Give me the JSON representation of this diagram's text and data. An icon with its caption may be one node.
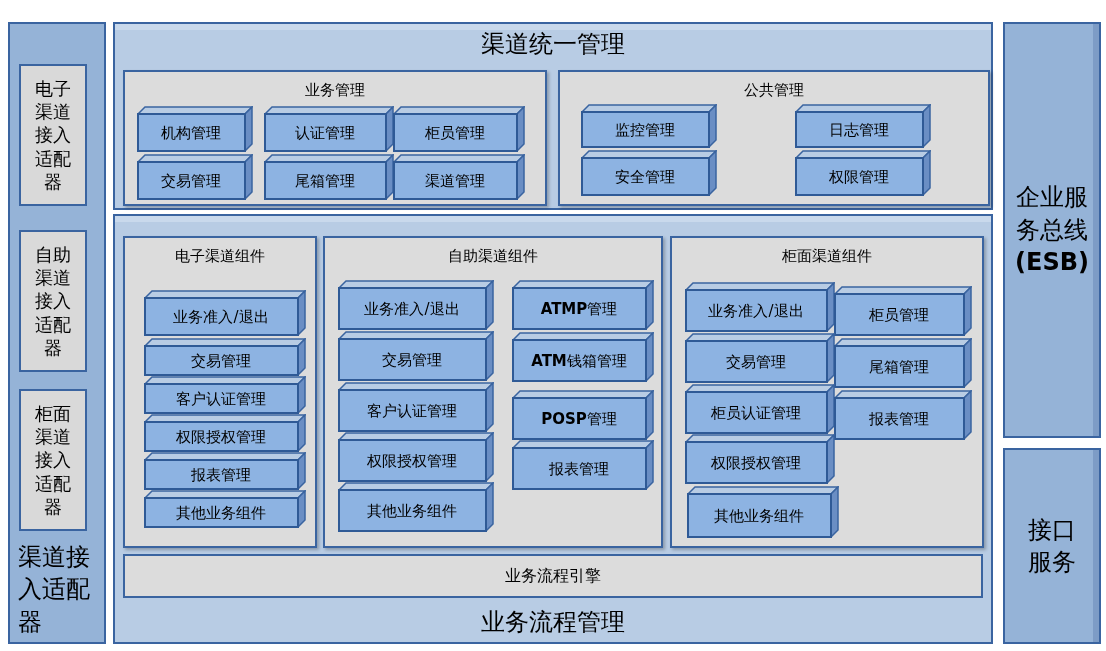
{
  "diagram": {
    "nodes": [
      {
        "text": [
          "渠道接入适配器"
        ]
      },
      {
        "text": [
          "电子渠道接入适配器"
        ],
        "in": 0
      },
      {
        "text": [
          "自助渠道接入适配器"
        ],
        "in": 0
      },
      {
        "text": [
          "柜面渠道接入适配器"
        ],
        "in": 0
      },
      {
        "text": [
          "渠道统一管理"
        ]
      },
      {
        "text": [
          "业务管理"
        ],
        "in": 4
      },
      {
        "text": [
          "机构管理"
        ],
        "in": 5
      },
      {
        "text": [
          "认证管理"
        ],
        "in": 5
      },
      {
        "text": [
          "柜员管理"
        ],
        "in": 5
      },
      {
        "text": [
          "交易管理"
        ],
        "in": 5
      },
      {
        "text": [
          "尾箱管理"
        ],
        "in": 5
      },
      {
        "text": [
          "渠道管理"
        ],
        "in": 5
      },
      {
        "text": [
          "公共管理"
        ],
        "in": 4
      },
      {
        "text": [
          "监控管理"
        ],
        "in": 12
      },
      {
        "text": [
          "日志管理"
        ],
        "in": 12
      },
      {
        "text": [
          "安全管理"
        ],
        "in": 12
      },
      {
        "text": [
          "权限管理"
        ],
        "in": 12
      },
      {
        "text": [
          "业务流程管理"
        ]
      },
      {
        "text": [
          "电子渠道组件"
        ],
        "in": 17
      },
      {
        "text": [
          "业务准入/退出"
        ],
        "in": 18
      },
      {
        "text": [
          "交易管理"
        ],
        "in": 18
      },
      {
        "text": [
          "客户认证管理"
        ],
        "in": 18
      },
      {
        "text": [
          "权限授权管理"
        ],
        "in": 18
      },
      {
        "text": [
          "报表管理"
        ],
        "in": 18
      },
      {
        "text": [
          "其他业务组件"
        ],
        "in": 18
      },
      {
        "text": [
          "自助渠道组件"
        ],
        "in": 17
      },
      {
        "text": [
          "业务准入/退出"
        ],
        "in": 25
      },
      {
        "text": [
          "**ATMP**管理"
        ],
        "in": 25
      },
      {
        "text": [
          "交易管理"
        ],
        "in": 25
      },
      {
        "text": [
          "**ATM**钱箱管理"
        ],
        "in": 25
      },
      {
        "text": [
          "客户认证管理"
        ],
        "in": 25
      },
      {
        "text": [
          "**POSP**管理"
        ],
        "in": 25
      },
      {
        "text": [
          "权限授权管理"
        ],
        "in": 25
      },
      {
        "text": [
          "报表管理"
        ],
        "in": 25
      },
      {
        "text": [
          "其他业务组件"
        ],
        "in": 25
      },
      {
        "text": [
          "柜面渠道组件"
        ],
        "in": 17
      },
      {
        "text": [
          "业务准入/退出"
        ],
        "in": 35
      },
      {
        "text": [
          "柜员管理"
        ],
        "in": 35
      },
      {
        "text": [
          "交易管理"
        ],
        "in": 35
      },
      {
        "text": [
          "尾箱管理"
        ],
        "in": 35
      },
      {
        "text": [
          "柜员认证管理"
        ],
        "in": 35
      },
      {
        "text": [
          "报表管理"
        ],
        "in": 35
      },
      {
        "text": [
          "权限授权管理"
        ],
        "in": 35
      },
      {
        "text": [
          "其他业务组件"
        ],
        "in": 35
      },
      {
        "text": [
          "业务流程引擎"
        ],
        "in": 17
      },
      {
        "text": [
          "企业服务总线**(ESB)**"
        ]
      },
      {
        "text": [
          "接口服务"
        ]
      }
    ]
  }
}
